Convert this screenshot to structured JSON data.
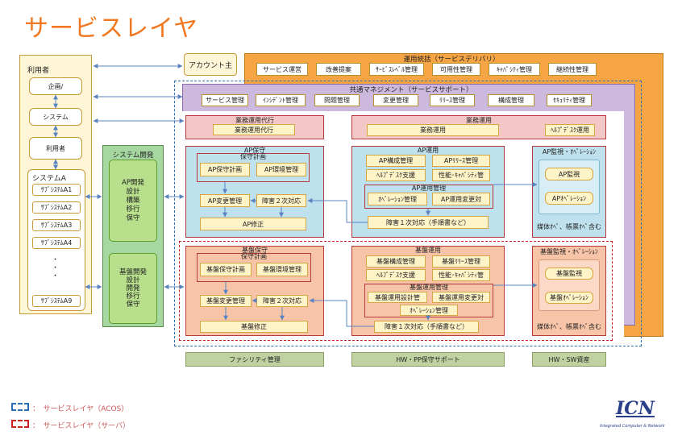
{
  "title": "サービスレイヤ",
  "users": {
    "header": "利用者",
    "kikaku": "企画/",
    "system": "システム",
    "riyousha": "利用者",
    "systemA": "システムA",
    "subsystems": [
      "ｻﾌﾞｼｽﾃﾑA1",
      "ｻﾌﾞｼｽﾃﾑA2",
      "ｻﾌﾞｼｽﾃﾑA3",
      "ｻﾌﾞｼｽﾃﾑA4",
      "ｻﾌﾞｼｽﾃﾑA9"
    ],
    "dots": "・\n・\n・"
  },
  "sysdev": {
    "title": "システム開発",
    "ap_lines": "AP開発\n設計\n構築\n移行\n保守",
    "kiban_lines": "基盤開発\n設計\n開発\n移行\n保守"
  },
  "account": "アカウント主",
  "operation": {
    "title": "運用統括（サービスデリバリ）",
    "items": [
      "サービス運営",
      "改善提案",
      "ｻｰﾋﾞｽﾚﾍﾞﾙ管理",
      "可用性管理",
      "ｷｬﾊﾟｼﾃｨ管理",
      "継続性管理"
    ]
  },
  "common_mgmt": {
    "title": "共通マネジメント（サービスサポート）",
    "items": [
      "サービス管理",
      "ｲﾝｼﾃﾞﾝﾄ管理",
      "問題管理",
      "変更管理",
      "ﾘﾘｰｽ管理",
      "構成管理",
      "ｾｷｭﾘﾃｨ管理"
    ]
  },
  "gyomu_daiko": {
    "title": "業務運用代行",
    "item": "業務運用代行"
  },
  "gyomu": {
    "title": "業務運用",
    "item1": "業務運用",
    "item2": "ﾍﾙﾌﾟﾃﾞｽｸ運用"
  },
  "ap_hoshu": {
    "title": "AP保守",
    "sub": "保守計画",
    "keikaku": "AP保守計画",
    "kankyo": "AP環境管理",
    "henko": "AP変更管理",
    "shogai2": "障害２次対応",
    "shusei": "AP修正"
  },
  "ap_unyo": {
    "title": "AP運用",
    "kosei": "AP構成管理",
    "release": "APﾘﾘｰｽ管理",
    "help": "ﾍﾙﾌﾟﾃﾞｽｸ支援",
    "perf": "性能･ｷｬﾊﾟｼﾃｨ管",
    "sub": "AP運用管理",
    "ope": "ｵﾍﾟﾚｰｼｮﾝ管理",
    "henko": "AP運用変更対",
    "shogai1": "障害１次対応（手順書など）"
  },
  "ap_kanshi": {
    "title": "AP監視・ｵﾍﾟﾚｰｼｮﾝ",
    "kanshi": "AP監視",
    "ope": "APｵﾍﾟﾚｰｼｮﾝ",
    "note": "媒体ｵﾍﾟ、帳票ｵﾍﾟ含む"
  },
  "kiban_hoshu": {
    "title": "基盤保守",
    "sub": "保守計画",
    "keikaku": "基盤保守計画",
    "kankyo": "基盤環境管理",
    "henko": "基盤変更管理",
    "shogai2": "障害２次対応",
    "shusei": "基盤修正"
  },
  "kiban_unyo": {
    "title": "基盤運用",
    "kosei": "基盤構成管理",
    "release": "基盤ﾘﾘｰｽ管理",
    "help": "ﾍﾙﾌﾟﾃﾞｽｸ支援",
    "perf": "性能･ｷｬﾊﾟｼﾃｨ管",
    "sub": "基盤運用管理",
    "sekkei": "基盤運用設計管",
    "henko": "基盤運用変更対",
    "ope": "ｵﾍﾟﾚｰｼｮﾝ管理",
    "shogai1": "障害１次対応（手順書など）"
  },
  "kiban_kanshi": {
    "title": "基盤監視・ｵﾍﾟﾚｰｼｮﾝ",
    "kanshi": "基盤監視",
    "ope": "基盤ｵﾍﾟﾚｰｼｮﾝ",
    "note": "媒体ｵﾍﾟ、帳票ｵﾍﾟ含む"
  },
  "bottom": {
    "facility": "ファシリティ管理",
    "hw_pp": "HW・PP保守サポート",
    "hw_sw": "HW・SW資産"
  },
  "legend": {
    "blue_label": "：　サービスレイヤ（ACOS）",
    "red_label": "：　サービスレイヤ（サーバ）"
  },
  "logo": {
    "text": "ICN",
    "sub": "Integrated Computer & Network"
  },
  "colors": {
    "title": "#f07820",
    "operation": "#f6a545",
    "common": "#cdb9dd",
    "dash_blue": "#2b6cb3",
    "dash_red": "#cc2222"
  }
}
